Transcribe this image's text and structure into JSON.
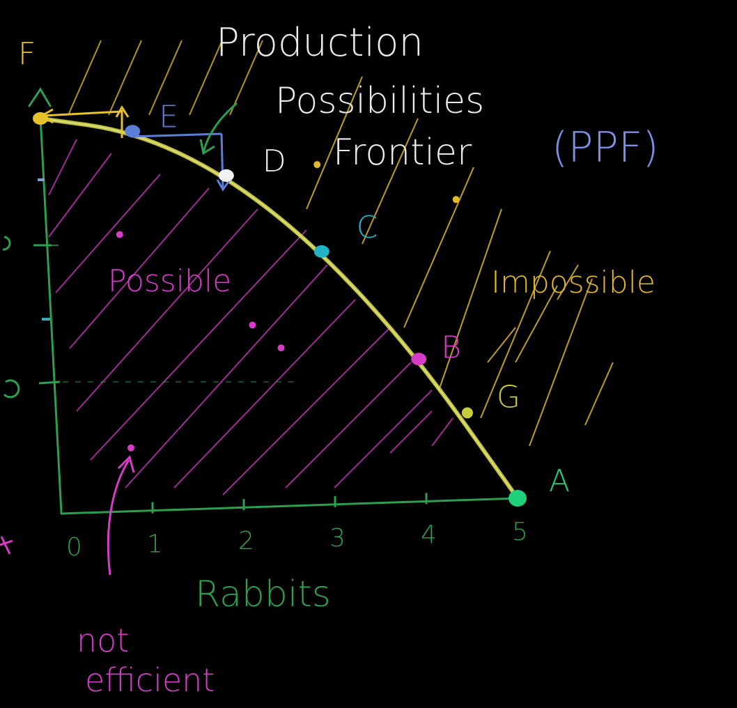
{
  "title_lines": [
    "Production",
    "Possibilities",
    "Frontier"
  ],
  "abbreviation": "(PPF)",
  "region_labels": {
    "possible": "Possible",
    "impossible": "Impossible"
  },
  "annotation": {
    "line1": "not",
    "line2": "efficient"
  },
  "colors": {
    "background": "#000000",
    "axis": "#2e9e4f",
    "frontier": "#c9cc3a",
    "title": "#ececec",
    "abbreviation": "#7f8fe8",
    "possible": "#d63cc8",
    "impossible": "#e2b92a",
    "point_F": "#e8c22b",
    "point_E": "#5b7fd9",
    "point_D": "#f2f2f2",
    "point_C": "#22b3c4",
    "point_B": "#d63cc8",
    "point_G": "#c9cc3a",
    "point_A": "#1fcf7a"
  },
  "chart_data": {
    "type": "line",
    "title": "Production Possibilities Frontier (PPF)",
    "xlabel": "Rabbits",
    "ylabel": "",
    "x_ticks": [
      "0",
      "1",
      "2",
      "3",
      "4",
      "5"
    ],
    "xlim": [
      0,
      5
    ],
    "ylim": [
      0,
      5
    ],
    "series": [
      {
        "name": "PPF",
        "points": [
          {
            "label": "F",
            "x": 0,
            "y": 5
          },
          {
            "label": "E",
            "x": 1,
            "y": 4.8
          },
          {
            "label": "D",
            "x": 2,
            "y": 4.2
          },
          {
            "label": "C",
            "x": 3,
            "y": 3.2
          },
          {
            "label": "B",
            "x": 4,
            "y": 1.8
          },
          {
            "label": "A",
            "x": 5,
            "y": 0
          }
        ]
      }
    ],
    "extra_points": [
      {
        "label": "G",
        "x": 4.5,
        "y": 1.1,
        "region": "impossible"
      },
      {
        "label": "",
        "x": 0.8,
        "y": 0.8,
        "region": "possible"
      },
      {
        "label": "",
        "x": 0.8,
        "y": 3.5,
        "region": "possible"
      },
      {
        "label": "",
        "x": 2.2,
        "y": 2.3,
        "region": "possible"
      },
      {
        "label": "",
        "x": 2.5,
        "y": 2.0,
        "region": "possible"
      },
      {
        "label": "",
        "x": 3.0,
        "y": 4.3,
        "region": "impossible"
      },
      {
        "label": "",
        "x": 4.5,
        "y": 3.8,
        "region": "impossible"
      }
    ],
    "grid": false,
    "legend": "none"
  }
}
